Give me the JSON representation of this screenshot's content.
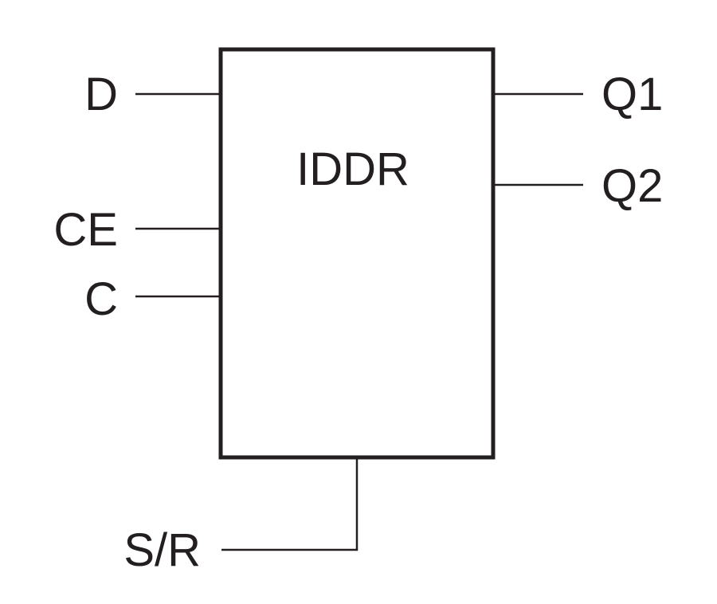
{
  "block": {
    "name": "IDDR"
  },
  "ports": {
    "inputs": [
      "D",
      "CE",
      "C"
    ],
    "outputs": [
      "Q1",
      "Q2"
    ],
    "bottom": "S/R"
  },
  "colors": {
    "ink": "#231f20",
    "background": "#ffffff"
  }
}
